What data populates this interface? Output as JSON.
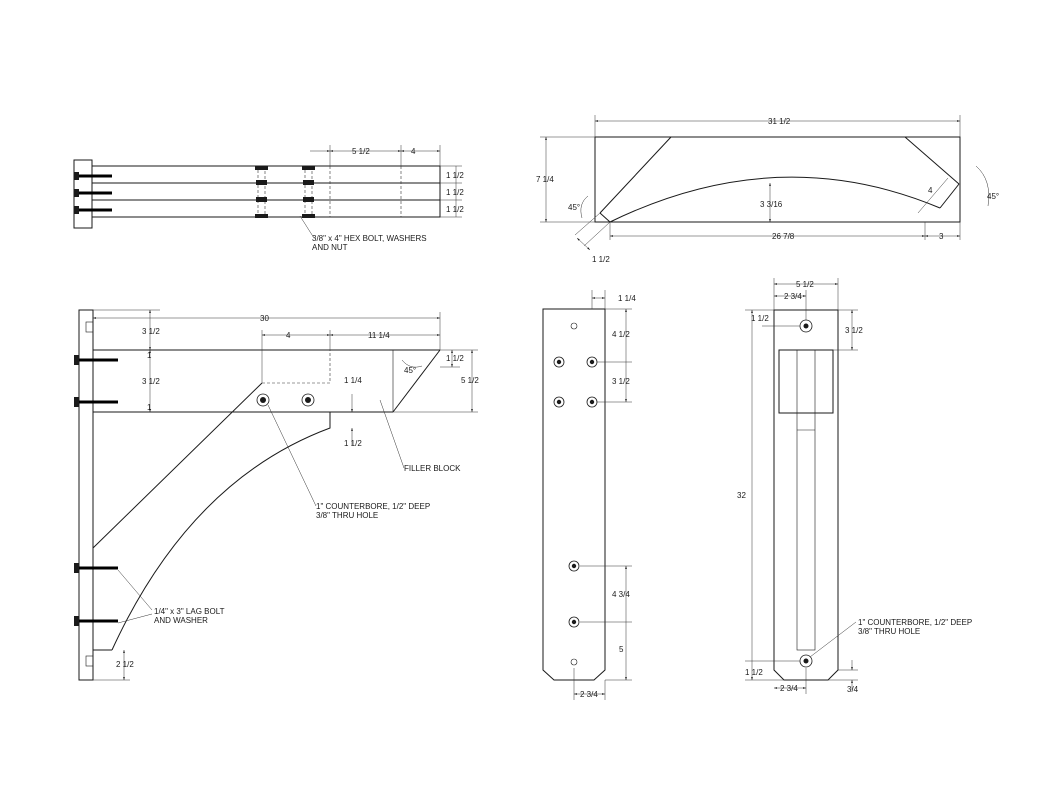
{
  "top_view": {
    "dims": [
      "5 1/2",
      "4",
      "1 1/2",
      "1 1/2",
      "1 1/2"
    ],
    "note": [
      "3/8\" x 4\" HEX BOLT, WASHERS",
      "AND NUT"
    ]
  },
  "arch_view": {
    "dims": [
      "31 1/2",
      "7 1/4",
      "45°",
      "4",
      "3 3/16",
      "45°",
      "26 7/8",
      "3",
      "1 1/2"
    ]
  },
  "side_view": {
    "dims": [
      "30",
      "3 1/2",
      "4",
      "11 1/4",
      "1",
      "3 1/2",
      "1",
      "1 1/2",
      "5 1/2",
      "45°",
      "1 1/4",
      "1 1/2",
      "2 1/2"
    ],
    "notes": {
      "filler": "FILLER BLOCK",
      "counterbore": [
        "1\" COUNTERBORE, 1/2\" DEEP",
        "3/8\" THRU HOLE"
      ],
      "lag": [
        "1/4\" x 3\" LAG BOLT",
        "AND WASHER"
      ]
    }
  },
  "post_view": {
    "dims": [
      "1 1/4",
      "4 1/2",
      "3 1/2",
      "4 3/4",
      "5",
      "2 3/4"
    ]
  },
  "end_view": {
    "dims": [
      "5 1/2",
      "2 3/4",
      "1 1/2",
      "3 1/2",
      "32",
      "1 1/2",
      "2 3/4",
      "3/4"
    ],
    "note": [
      "1\" COUNTERBORE, 1/2\" DEEP",
      "3/8\" THRU HOLE"
    ]
  },
  "icons": [
    "hex-bolt-icon",
    "lag-bolt-icon",
    "counterbore-hole-icon",
    "pilot-hole-icon"
  ]
}
